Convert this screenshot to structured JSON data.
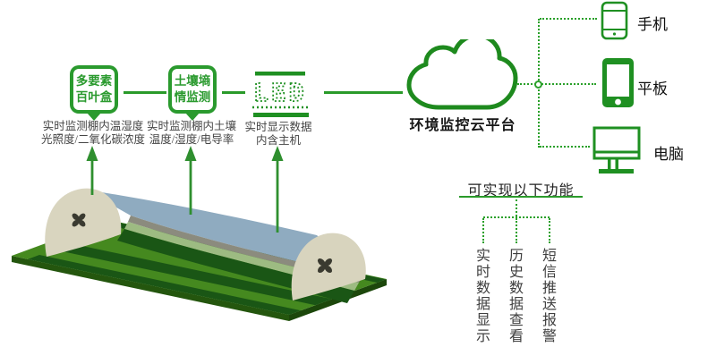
{
  "colors": {
    "accent_green": "#2a9a2e",
    "line_green": "#2aa02a",
    "cloud_stroke": "#1e8a1e",
    "desc_text": "#454545",
    "platform_green": "#45891f",
    "roof_blue": "#8fabc0"
  },
  "sensors": [
    {
      "box_label": "多要素\n百叶盒",
      "description": "实时监测棚内温湿度\n光照度/二氧化碳浓度"
    },
    {
      "box_label": "土壤墒\n情监测",
      "description": "实时监测棚内土壤\n温度/湿度/电导率"
    }
  ],
  "led_display": {
    "icon": "led-display-icon",
    "text": "LED",
    "description": "实时显示数据\n内含主机"
  },
  "cloud": {
    "icon": "cloud-icon",
    "label": "环境监控云平台"
  },
  "devices": [
    {
      "icon": "smartphone-icon",
      "label": "手机"
    },
    {
      "icon": "tablet-icon",
      "label": "平板"
    },
    {
      "icon": "desktop-computer-icon",
      "label": "电脑"
    }
  ],
  "functions": {
    "title": "可实现以下功能",
    "items": [
      "实时数据显示",
      "历史数据查看",
      "短信推送报警"
    ]
  },
  "greenhouse": {
    "icon": "greenhouse-illustration"
  }
}
